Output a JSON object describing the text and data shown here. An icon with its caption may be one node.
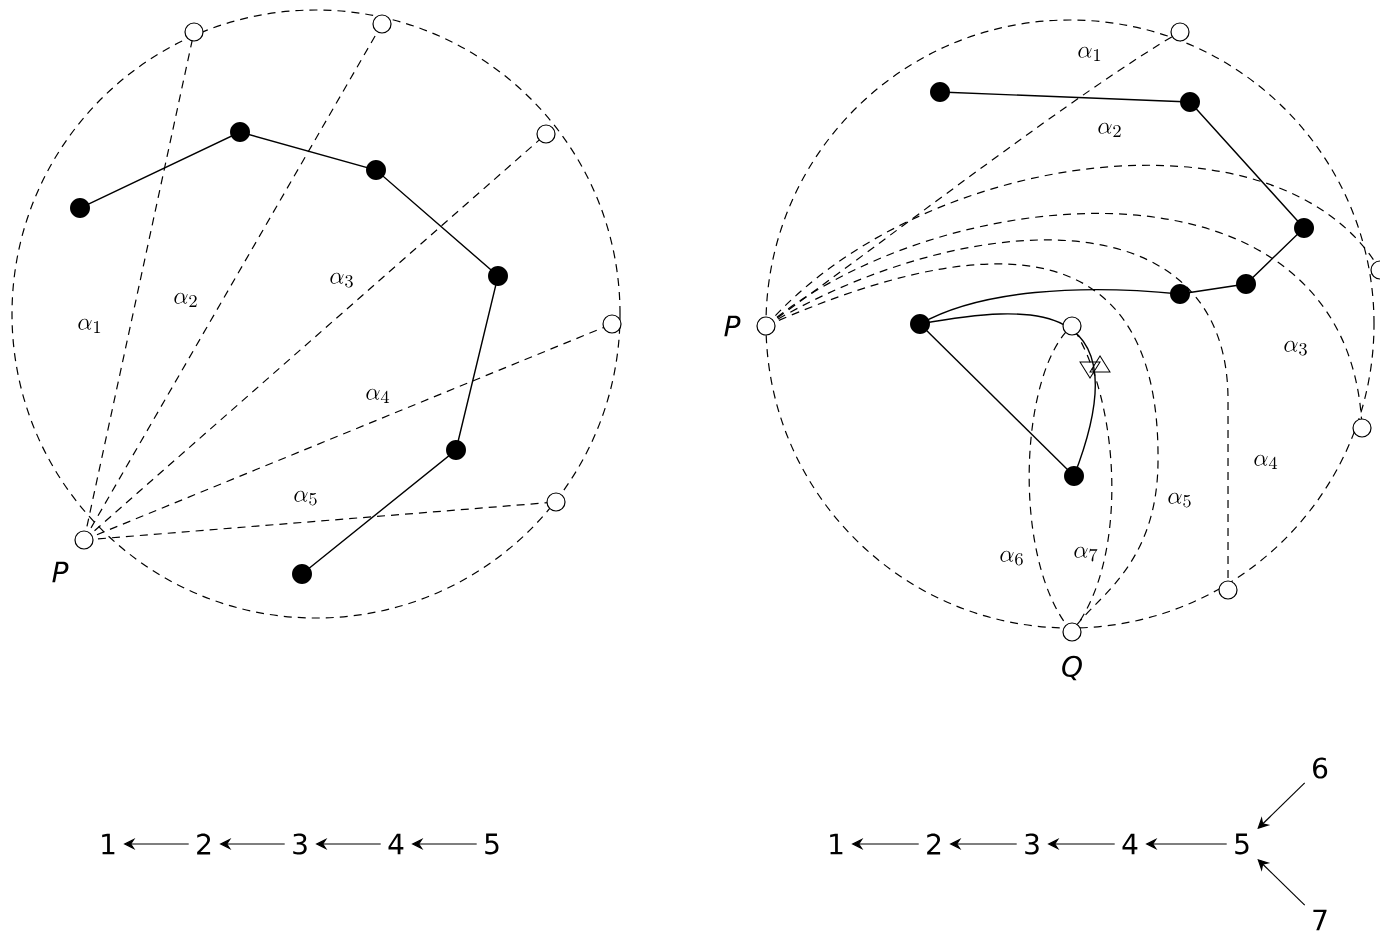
{
  "diagram": {
    "nodes": [
      {
        "text": [
          "1"
        ]
      },
      {
        "text": [
          "2"
        ]
      },
      {
        "text": [
          "3"
        ]
      },
      {
        "text": [
          "4"
        ]
      },
      {
        "text": [
          "5"
        ]
      },
      {
        "text": [
          "1"
        ]
      },
      {
        "text": [
          "2"
        ]
      },
      {
        "text": [
          "3"
        ]
      },
      {
        "text": [
          "4"
        ]
      },
      {
        "text": [
          "5"
        ]
      },
      {
        "text": [
          "6"
        ]
      },
      {
        "text": [
          "7"
        ]
      }
    ],
    "edges": [
      {
        "from": 1,
        "to": 0,
        "arrow": "to"
      },
      {
        "from": 2,
        "to": 1,
        "arrow": "to"
      },
      {
        "from": 3,
        "to": 2,
        "arrow": "to"
      },
      {
        "from": 4,
        "to": 3,
        "arrow": "to"
      },
      {
        "from": 6,
        "to": 5,
        "arrow": "to"
      },
      {
        "from": 7,
        "to": 6,
        "arrow": "to"
      },
      {
        "from": 8,
        "to": 7,
        "arrow": "to"
      },
      {
        "from": 9,
        "to": 8,
        "arrow": "to"
      },
      {
        "from": 10,
        "to": 9,
        "arrow": "to"
      },
      {
        "from": 11,
        "to": 9,
        "arrow": "to"
      }
    ],
    "labels": [
      "\\alpha_1",
      "\\alpha_2",
      "\\alpha_3",
      "\\alpha_4",
      "\\alpha_5",
      "P",
      "\\alpha_1",
      "\\alpha_2",
      "P",
      "\\alpha_3",
      "\\alpha_4",
      "\\alpha_5",
      "\\alpha_6",
      "\\alpha_7",
      "Q"
    ]
  }
}
